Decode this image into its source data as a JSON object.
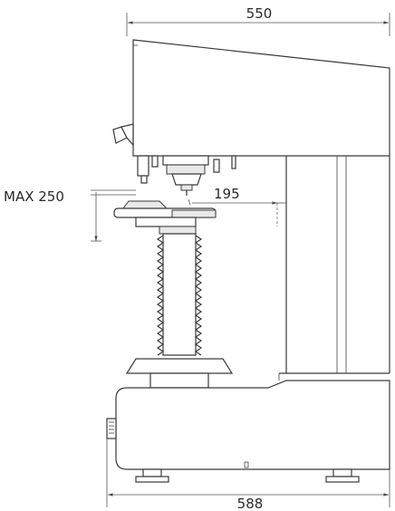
{
  "dimensions": {
    "top_width": "550",
    "bottom_width": "588",
    "max_height": "MAX 250",
    "throat_depth": "195"
  }
}
